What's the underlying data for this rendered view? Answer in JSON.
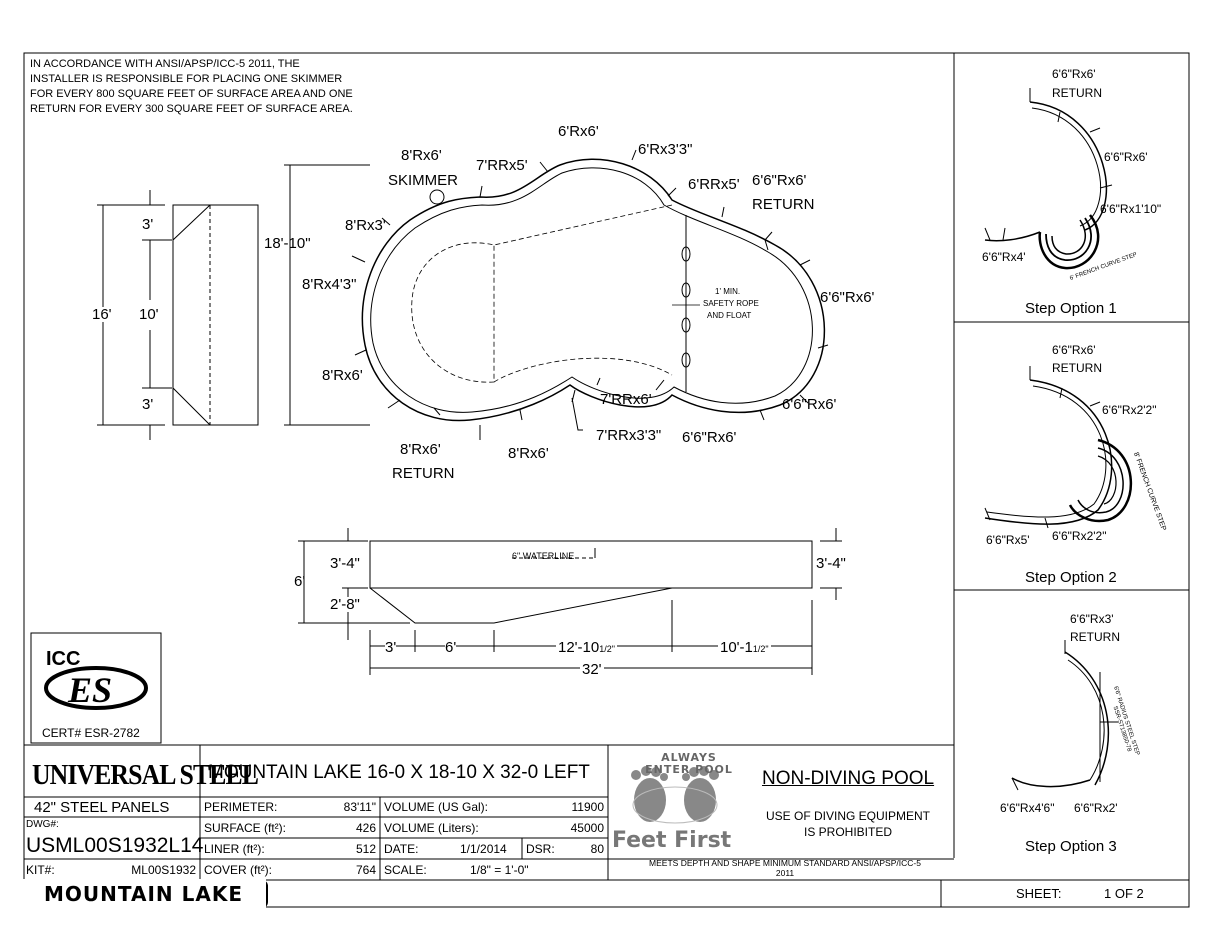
{
  "notice": "IN ACCORDANCE WITH ANSI/APSP/ICC-5 2011, THE INSTALLER IS RESPONSIBLE FOR PLACING ONE SKIMMER FOR EVERY 800 SQUARE FEET OF SURFACE AREA AND ONE RETURN FOR EVERY 300 SQUARE FEET OF SURFACE AREA.",
  "plan": {
    "labels": {
      "l1": "8'Rx6'",
      "l1b": "SKIMMER",
      "l2": "7'RRx5'",
      "l3": "6'Rx6'",
      "l4": "6'Rx3'3\"",
      "l5": "6'RRx5'",
      "l6": "6'6\"Rx6'",
      "l6b": "RETURN",
      "l7": "8'Rx3'",
      "l8": "8'Rx4'3\"",
      "l9": "6'6\"Rx6'",
      "l10": "8'Rx6'",
      "l11": "8'Rx6'",
      "l11b": "RETURN",
      "l12": "8'Rx6'",
      "l13": "7'RRx6'",
      "l14": "7'RRx3'3\"",
      "l15": "6'6\"Rx6'",
      "l16": "6'6\"Rx6'",
      "rope1": "1' MIN.",
      "rope2": "SAFETY ROPE",
      "rope3": "AND FLOAT"
    },
    "dims": {
      "width": "18'-10\""
    }
  },
  "end_view": {
    "total": "16'",
    "top": "3'",
    "mid": "10'",
    "bottom": "3'"
  },
  "section": {
    "waterline": "6\" WATERLINE",
    "depth": "6'",
    "left_top": "3'-4\"",
    "left_slope": "2'-8\"",
    "right_top": "3'-4\"",
    "seg1": "3'",
    "seg2": "6'",
    "seg3": "12'-10",
    "seg3frac": "1/2\"",
    "seg4": "10'-1",
    "seg4frac": "1/2\"",
    "total": "32'"
  },
  "steps": [
    {
      "caption": "Step Option 1",
      "labels": [
        "6'6\"Rx6'",
        "RETURN",
        "6'6\"Rx6'",
        "6'6\"Rx1'10\"",
        "6'6\"Rx4'",
        "6' FRENCH CURVE STEP"
      ]
    },
    {
      "caption": "Step Option 2",
      "labels": [
        "6'6\"Rx6'",
        "RETURN",
        "6'6\"Rx2'2\"",
        "6'6\"Rx5'",
        "6'6\"Rx2'2\"",
        "8' FRENCH CURVE STEP"
      ]
    },
    {
      "caption": "Step Option 3",
      "labels": [
        "6'6\"Rx3'",
        "RETURN",
        "6'6\"Rx4'6\"",
        "6'6\"Rx2'",
        "6'6\" RADIUS STEEL STEP",
        "SSR-ST13850-78"
      ]
    }
  ],
  "cert": {
    "logo": "ES",
    "logo_top": "ICC",
    "number": "CERT# ESR-2782"
  },
  "title_block": {
    "brand": "UNIVERSAL STEEL",
    "panels": "42\"  STEEL PANELS",
    "project": "MOUNTAIN LAKE 16-0 X 18-10 X 32-0 LEFT",
    "dwg_label": "DWG#:",
    "dwg": "USML00S1932L14",
    "kit_label": "KIT#:",
    "kit": "ML00S1932",
    "rows": [
      {
        "k1": "PERIMETER:",
        "v1": "83'11\"",
        "k2": "VOLUME (US Gal):",
        "v2": "11900"
      },
      {
        "k1": "SURFACE (ft²):",
        "v1": "426",
        "k2": "VOLUME (Liters):",
        "v2": "45000"
      },
      {
        "k1": "LINER (ft²):",
        "v1": "512",
        "k2": "DATE:",
        "v2": "1/1/2014",
        "k3": "DSR:",
        "v3": "80"
      },
      {
        "k1": "COVER (ft²):",
        "v1": "764",
        "k2": "SCALE:",
        "v2": "1/8\" = 1'-0\""
      }
    ],
    "footer_logo": "MOUNTAIN LAKE",
    "ff_top1": "ALWAYS",
    "ff_top2": "ENTER POOL",
    "ff_bottom": "Feet First",
    "non_diving": "NON-DIVING POOL",
    "non_diving_text": "USE OF DIVING EQUIPMENT IS PROHIBITED",
    "meets": "MEETS DEPTH AND SHAPE MINIMUM STANDARD ANSI/APSP/ICC-5 2011",
    "sheet_label": "SHEET:",
    "sheet_value": "1 OF 2"
  }
}
